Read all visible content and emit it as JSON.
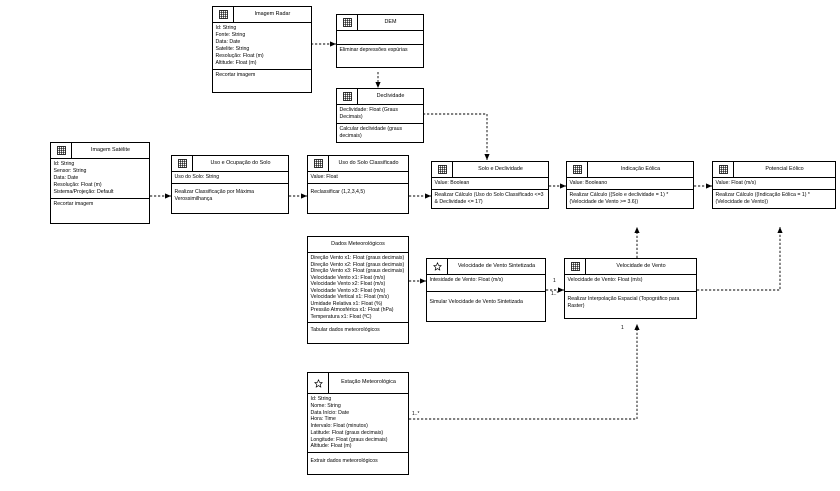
{
  "diagram": {
    "type": "uml-class-diagram",
    "title": "",
    "icons": {
      "raster": "raster-grid-icon",
      "star": "star-icon"
    },
    "classes": [
      {
        "id": "imagem_radar",
        "name": "Imagem Radar",
        "icon": "raster-grid-icon",
        "attributes": [
          "Id: String",
          "Fonte: String",
          "Data: Date",
          "Satelite: String",
          "Resolução: Float (m)",
          "Altitude: Float (m)"
        ],
        "operations": [
          "Recortar imagem"
        ]
      },
      {
        "id": "dem",
        "name": "DEM",
        "icon": "raster-grid-icon",
        "attributes": [],
        "operations": [
          "Eliminar depressões espúrias"
        ]
      },
      {
        "id": "declividade",
        "name": "Declividade",
        "icon": "raster-grid-icon",
        "attributes": [
          "Declividade: Float (Graus Decimais)"
        ],
        "operations": [
          "Calcular declividade (graus decimais)"
        ]
      },
      {
        "id": "imagem_satelite",
        "name": "Imagem Satélite",
        "icon": "raster-grid-icon",
        "attributes": [
          "Id: String",
          "Sensor: String",
          "Data: Date",
          "Resolução: Float (m)",
          "Sistema/Projeção: Default"
        ],
        "operations": [
          "Recortar imagem"
        ]
      },
      {
        "id": "uso_ocupacao",
        "name": "Uso e Ocupação do Solo",
        "icon": "raster-grid-icon",
        "attributes": [
          "Uso do Solo: String"
        ],
        "operations": [
          "Realizar Classificação por Máxima Verossimilhança"
        ]
      },
      {
        "id": "uso_classificado",
        "name": "Uso do Solo Classificado",
        "icon": "raster-grid-icon",
        "attributes": [
          "Value: Float"
        ],
        "operations": [
          "Reclassificar (1,2,3,4,5)"
        ]
      },
      {
        "id": "solo_declividade",
        "name": "Solo e Declividade",
        "icon": "raster-grid-icon",
        "attributes": [
          "Value: Boolean"
        ],
        "operations": [
          "Realizar Cálculo (Uso do Solo Classificado <=3 & Declividade <= 17)"
        ]
      },
      {
        "id": "indicacao_eolica",
        "name": "Indicação Eólica",
        "icon": "raster-grid-icon",
        "attributes": [
          "Value: Booleano"
        ],
        "operations": [
          "Realizar Cálculo ((Solo e declividade = 1)  * (Velocidade de Vento >= 3.6))"
        ]
      },
      {
        "id": "potencial_eolico",
        "name": "Potencial Eólico",
        "icon": "raster-grid-icon",
        "attributes": [
          "Value: Float (m/s)"
        ],
        "operations": [
          "Realizar Cálculo ((Indicação Eólica = 1)  * (Velocidade de Vento))"
        ]
      },
      {
        "id": "dados_meteorologicos",
        "name": "Dados Meteorológicos",
        "icon": "none",
        "attributes": [
          "Direção Vento x1: Float (graus decimais)",
          "Direção Vento x2: Float (graus decimais)",
          "Direção Vento x3: Float (graus decimais)",
          "Velocidade Vento x1: Float (m/s)",
          "Velocidade Vento x2: Float (m/s)",
          "Velocidade Vento x3: Float (m/s)",
          "Velocidade Vertical x1: Float (m/s)",
          "Umidade Relativa x1: Float (%)",
          "Pressão Atmosférica x1: Float (hPa)",
          "Temperatura x1: Float (ºC)"
        ],
        "operations": [
          "Tabular dados meteorológicos"
        ]
      },
      {
        "id": "vel_vento_sintetizada",
        "name": "Velocidade de Vento Sintetizada",
        "icon": "star-icon",
        "attributes": [
          "Intesidade de Vento: Float (m/s)"
        ],
        "operations": [
          "Simular Velocidade de Vento Sintetizada"
        ]
      },
      {
        "id": "velocidade_vento",
        "name": "Velocidade de Vento",
        "icon": "raster-grid-icon",
        "attributes": [
          "Velocidade de Vento: Float (m/s)"
        ],
        "operations": [
          "Realizar Interpolação Espacial (Topográfico para Raster)"
        ]
      },
      {
        "id": "estacao_meteorologica",
        "name": "Estação Meteorológica",
        "icon": "star-icon",
        "attributes": [
          "Id: String",
          "Nome: String",
          "Data Início: Date",
          "Hora: Time",
          "Intervalo: Float (minutos)",
          "Latitude: Float (graus decimais)",
          "Longitude: Float (graus decimais)",
          "Altitude: Float (m)"
        ],
        "operations": [
          "Extrair dados meteorológicos"
        ]
      }
    ],
    "multiplicities": [
      {
        "id": "m1",
        "label": "1"
      },
      {
        "id": "m2",
        "label": "1..*"
      },
      {
        "id": "m3",
        "label": "1..*"
      },
      {
        "id": "m4",
        "label": "1"
      }
    ]
  }
}
